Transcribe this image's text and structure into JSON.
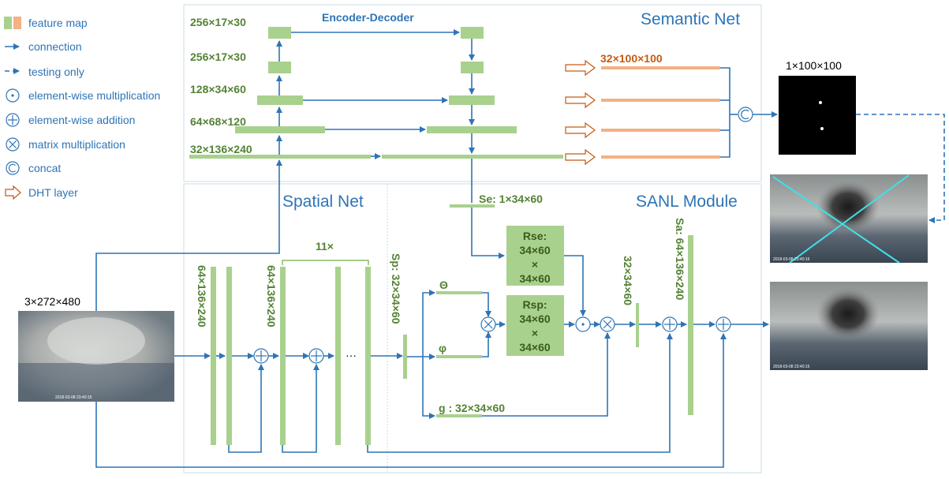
{
  "legend": {
    "feature_map": "feature map",
    "connection": "connection",
    "testing_only": "testing only",
    "element_wise_multiplication": "element-wise multiplication",
    "element_wise_addition": "element-wise addition",
    "matrix_multiplication": "matrix multiplication",
    "concat": "concat",
    "dht_layer": "DHT layer"
  },
  "sections": {
    "semantic_net": "Semantic Net",
    "spatial_net": "Spatial Net",
    "sanl_module": "SANL Module",
    "encoder_decoder": "Encoder-Decoder"
  },
  "encoder": {
    "dims": [
      "256×17×30",
      "256×17×30",
      "128×34×60",
      "64×68×120",
      "32×136×240"
    ]
  },
  "semantic_output": {
    "orange_dim": "32×100×100",
    "output_dim": "1×100×100"
  },
  "input": {
    "dim": "3×272×480"
  },
  "spatial": {
    "dim1": "64×136×240",
    "dim2": "64×136×240",
    "repeat": "11×",
    "ellipsis": "···"
  },
  "sanl": {
    "se": "Se: 1×34×60",
    "sp": "Sp: 32×34×60",
    "theta": "Θ",
    "phi": "φ",
    "g": "g : 32×34×60",
    "rse": [
      "Rse:",
      "34×60",
      "×",
      "34×60"
    ],
    "rsp": [
      "Rsp:",
      "34×60",
      "×",
      "34×60"
    ],
    "mid_dim": "32×34×60",
    "sa": "Sa: 64×136×240"
  },
  "photos": {
    "caption_input": "2018-03-08  23:40:15",
    "caption_out1": "2018-03-08  23:40:15",
    "caption_out2": "2018-03-08  23:40:15"
  },
  "colors": {
    "feature_green": "#a9d18e",
    "feature_orange": "#f4b183",
    "connection_blue": "#2e74b5",
    "dim_green": "#548235",
    "line_cyan": "#3ee0e8"
  }
}
